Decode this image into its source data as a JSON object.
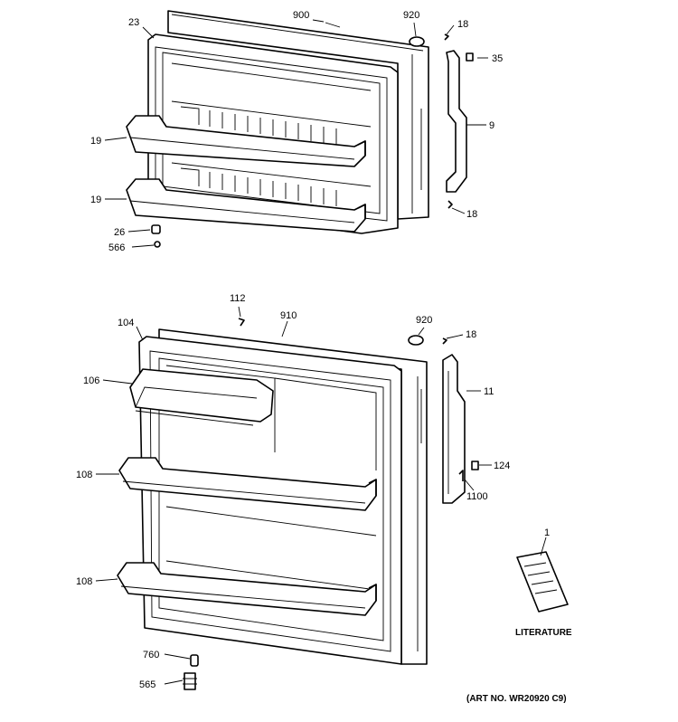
{
  "callouts": {
    "c23": "23",
    "c900": "900",
    "c920a": "920",
    "c18a": "18",
    "c35": "35",
    "c9": "9",
    "c19a": "19",
    "c19b": "19",
    "c18b": "18",
    "c26": "26",
    "c566": "566",
    "c112": "112",
    "c910": "910",
    "c920b": "920",
    "c104": "104",
    "c18c": "18",
    "c106": "106",
    "c11": "11",
    "c108a": "108",
    "c124": "124",
    "c1100": "1100",
    "c1": "1",
    "c108b": "108",
    "c760": "760",
    "c565": "565"
  },
  "literature_label": "LITERATURE",
  "art_number": "(ART NO. WR20920 C9)"
}
